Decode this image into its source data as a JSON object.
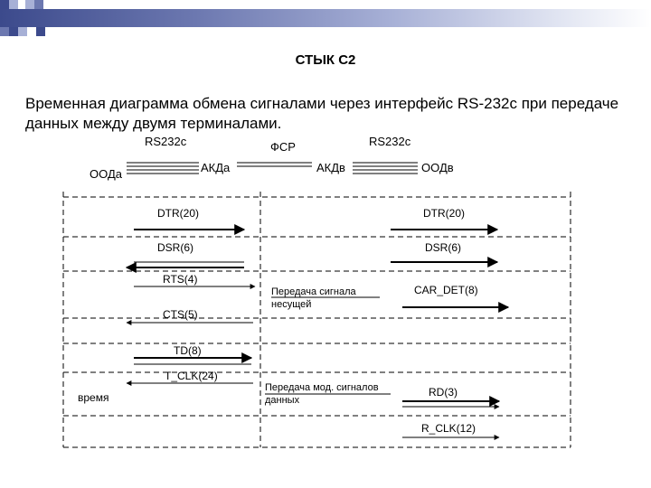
{
  "title": "СТЫК С2",
  "subtitle": "Временная диаграмма обмена сигналами через интерфейс RS-232c при передаче данных между двумя терминалами.",
  "labels": {
    "rs232_left": "RS232c",
    "rs232_right": "RS232c",
    "fsr": "ФСР",
    "ooda": "ООДа",
    "akda": "АКДа",
    "akdv": "АКДв",
    "oodv": "ООДв",
    "time": "время"
  },
  "signals": {
    "dtr_a": "DTR(20)",
    "dtr_b": "DTR(20)",
    "dsr_a": "DSR(6)",
    "dsr_b": "DSR(6)",
    "rts": "RTS(4)",
    "carrier_text": "Передача сигнала несущей",
    "car_det": "CAR_DET(8)",
    "cts": "CTS(5)",
    "td": "TD(8)",
    "tclk": "T_CLK(24)",
    "mod_text": "Передача мод. сигналов данных",
    "rd": "RD(3)",
    "rclk": "R_CLK(12)"
  },
  "colors": {
    "accent": "#3c4a8c",
    "accent_light": "#a7b0d6",
    "accent_mid": "#6c78b0"
  }
}
